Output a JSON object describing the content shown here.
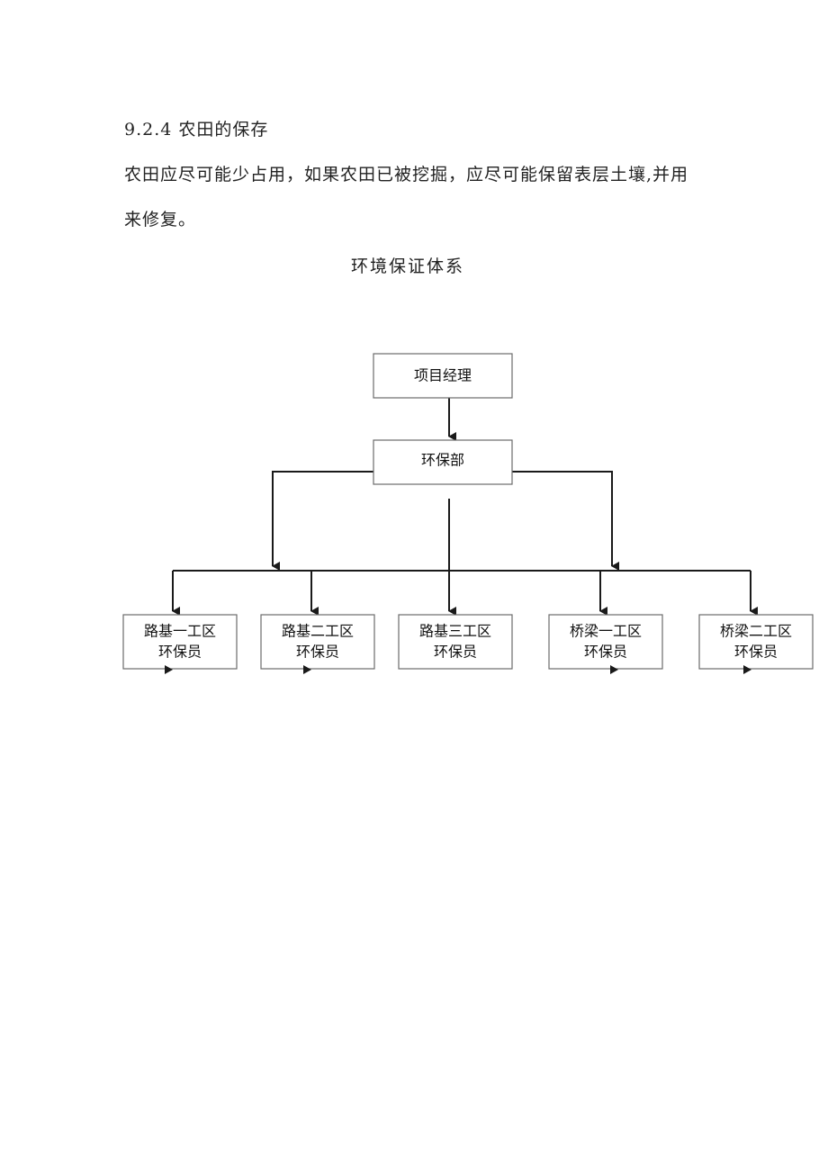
{
  "document": {
    "heading": "9.2.4 农田的保存",
    "paragraph_lines": [
      "农田应尽可能少占用，如果农田已被挖掘，应尽可能保留表层土壤,并用",
      "来修复。"
    ]
  },
  "diagram": {
    "title": "环境保证体系",
    "root": {
      "label": "项目经理"
    },
    "department": {
      "label": "环保部"
    },
    "units": [
      {
        "line1": "路基一工区",
        "line2": "环保员"
      },
      {
        "line1": "路基二工区",
        "line2": "环保员"
      },
      {
        "line1": "路基三工区",
        "line2": "环保员"
      },
      {
        "line1": "桥梁一工区",
        "line2": "环保员"
      },
      {
        "line1": "桥梁二工区",
        "line2": "环保员"
      }
    ]
  }
}
